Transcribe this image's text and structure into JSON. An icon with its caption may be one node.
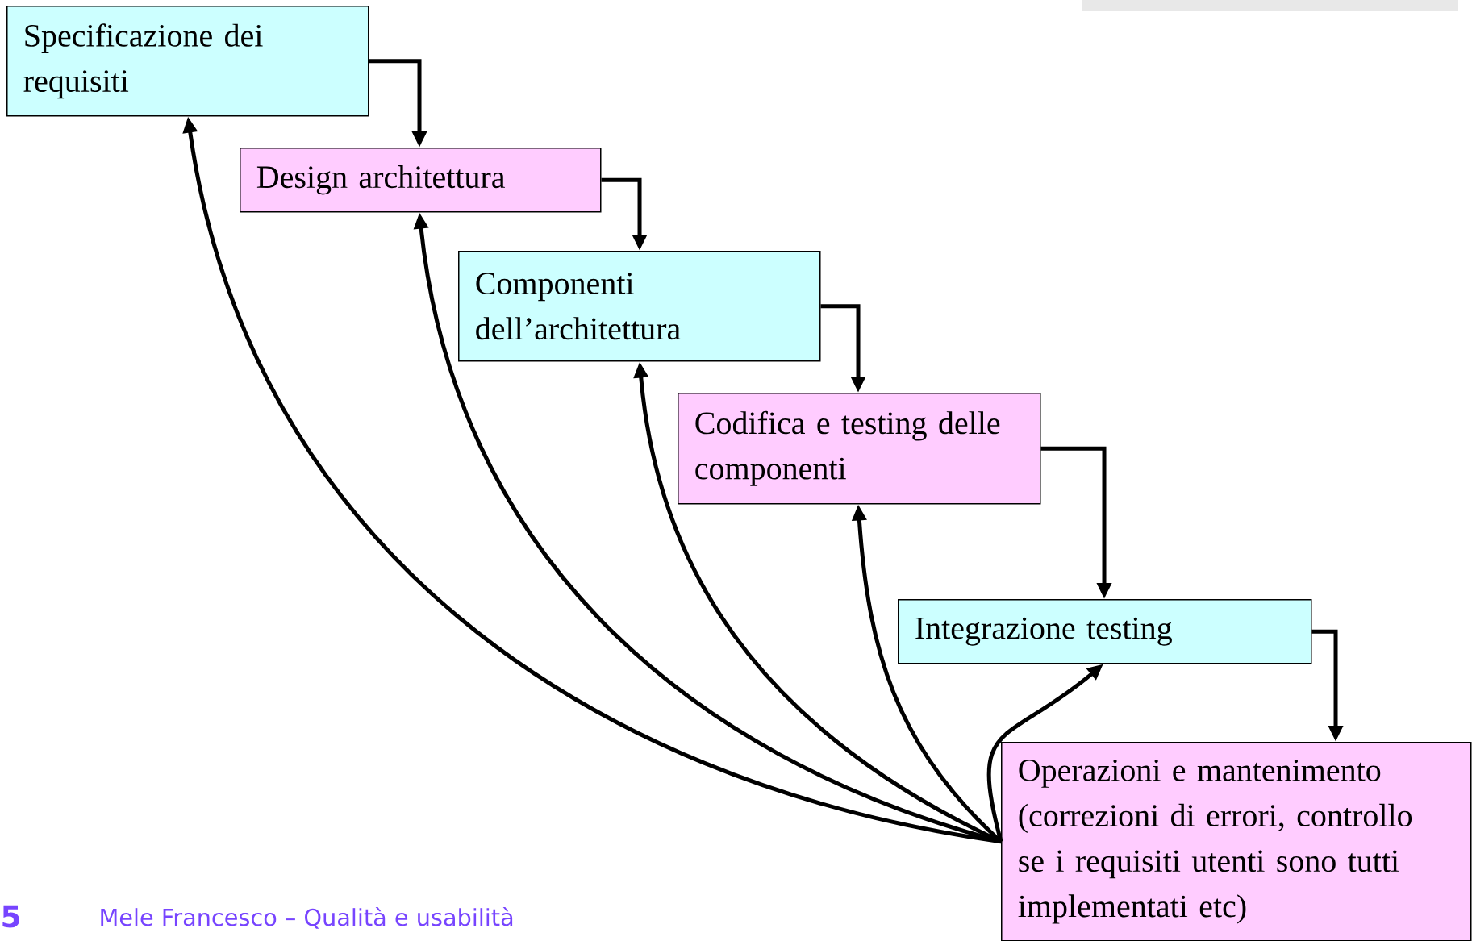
{
  "diagram": {
    "nodes": [
      {
        "text": [
          "Specificazione dei requisiti"
        ]
      },
      {
        "text": [
          "Design architettura"
        ]
      },
      {
        "text": [
          "Componenti dell’architettura"
        ]
      },
      {
        "text": [
          "Codifica e testing delle componenti"
        ]
      },
      {
        "text": [
          "Integrazione testing"
        ]
      },
      {
        "text": [
          "Operazioni e mantenimento (correzioni di errori, controllo se i requisiti utenti sono tutti implementati etc)"
        ]
      }
    ],
    "edges": [
      {
        "from": 0,
        "to": 1,
        "arrow": "to"
      },
      {
        "from": 1,
        "to": 2,
        "arrow": "to"
      },
      {
        "from": 2,
        "to": 3,
        "arrow": "to"
      },
      {
        "from": 3,
        "to": 4,
        "arrow": "to"
      },
      {
        "from": 4,
        "to": 5,
        "arrow": "to"
      },
      {
        "from": 5,
        "to": 0,
        "arrow": "to"
      },
      {
        "from": 5,
        "to": 1,
        "arrow": "to"
      },
      {
        "from": 5,
        "to": 2,
        "arrow": "to"
      },
      {
        "from": 5,
        "to": 3,
        "arrow": "to"
      },
      {
        "from": 5,
        "to": 4,
        "arrow": "to"
      }
    ],
    "labels": [
      "5",
      "Mele Francesco – Qualità e usabilità"
    ]
  }
}
